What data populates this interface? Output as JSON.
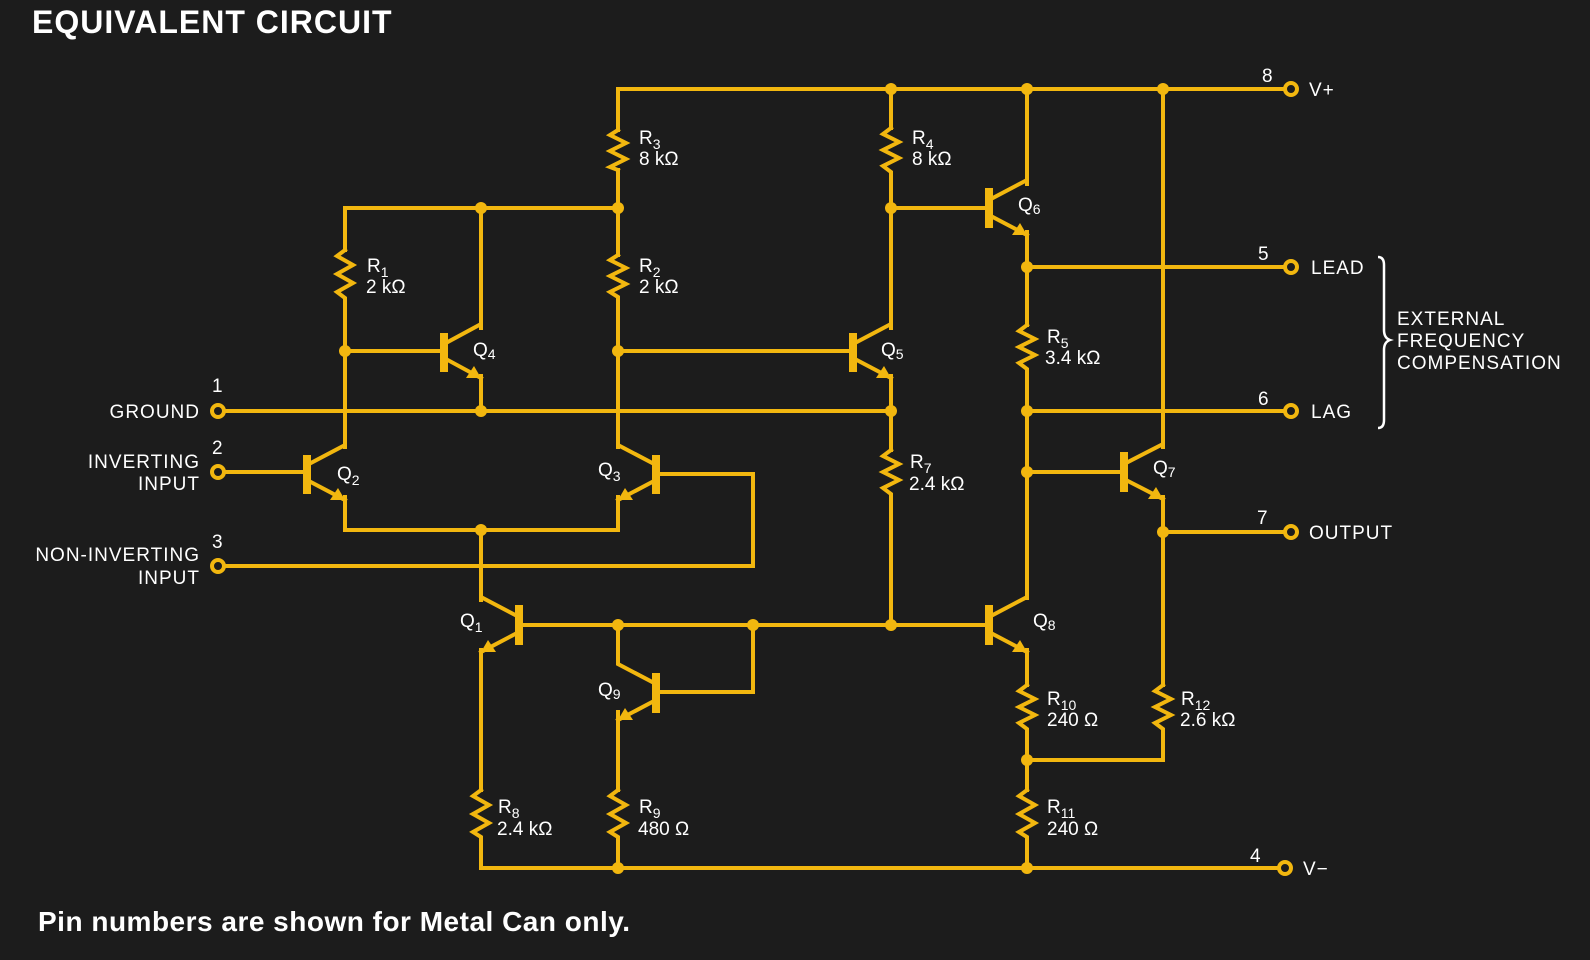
{
  "title": "EQUIVALENT CIRCUIT",
  "footnote": "Pin numbers are shown for Metal Can only.",
  "colors": {
    "wire": "#f2b70f",
    "background": "#1c1c1c",
    "text": "#ffffff"
  },
  "pins": [
    {
      "number": "1",
      "label": "GROUND"
    },
    {
      "number": "2",
      "label_line1": "INVERTING",
      "label_line2": "INPUT"
    },
    {
      "number": "3",
      "label_line1": "NON-INVERTING",
      "label_line2": "INPUT"
    },
    {
      "number": "4",
      "label": "V−"
    },
    {
      "number": "5",
      "label": "LEAD"
    },
    {
      "number": "6",
      "label": "LAG"
    },
    {
      "number": "7",
      "label": "OUTPUT"
    },
    {
      "number": "8",
      "label": "V+"
    }
  ],
  "compensation_note": [
    "EXTERNAL",
    "FREQUENCY",
    "COMPENSATION"
  ],
  "resistors": [
    {
      "name": "R",
      "sub": "1",
      "value": "2 kΩ"
    },
    {
      "name": "R",
      "sub": "2",
      "value": "2 kΩ"
    },
    {
      "name": "R",
      "sub": "3",
      "value": "8 kΩ"
    },
    {
      "name": "R",
      "sub": "4",
      "value": "8 kΩ"
    },
    {
      "name": "R",
      "sub": "5",
      "value": "3.4 kΩ"
    },
    {
      "name": "R",
      "sub": "7",
      "value": "2.4 kΩ"
    },
    {
      "name": "R",
      "sub": "8",
      "value": "2.4 kΩ"
    },
    {
      "name": "R",
      "sub": "9",
      "value": "480 Ω"
    },
    {
      "name": "R",
      "sub": "10",
      "value": "240 Ω"
    },
    {
      "name": "R",
      "sub": "11",
      "value": "240 Ω"
    },
    {
      "name": "R",
      "sub": "12",
      "value": "2.6 kΩ"
    }
  ],
  "transistors": [
    {
      "name": "Q",
      "sub": "1"
    },
    {
      "name": "Q",
      "sub": "2"
    },
    {
      "name": "Q",
      "sub": "3"
    },
    {
      "name": "Q",
      "sub": "4"
    },
    {
      "name": "Q",
      "sub": "5"
    },
    {
      "name": "Q",
      "sub": "6"
    },
    {
      "name": "Q",
      "sub": "7"
    },
    {
      "name": "Q",
      "sub": "8"
    },
    {
      "name": "Q",
      "sub": "9"
    }
  ]
}
